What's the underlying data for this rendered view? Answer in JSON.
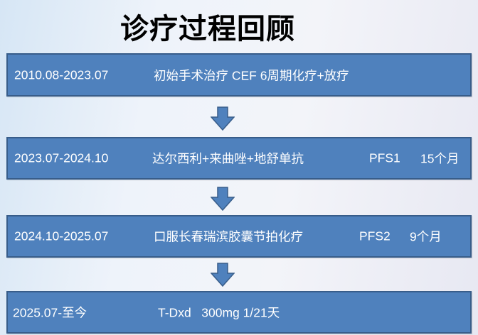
{
  "title": "诊疗过程回顾",
  "steps": [
    {
      "period": "2010.08-2023.07",
      "treatment": "初始手术治疗 CEF 6周期化疗+放疗",
      "pfs": "",
      "duration": ""
    },
    {
      "period": "2023.07-2024.10",
      "treatment": "达尔西利+来曲唑+地舒单抗",
      "pfs": "PFS1",
      "duration": "15个月"
    },
    {
      "period": "2024.10-2025.07",
      "treatment": "口服长春瑞滨胶囊节拍化疗",
      "pfs": "PFS2",
      "duration": "9个月"
    },
    {
      "period": "2025.07-至今",
      "treatment": "T-Dxd   300mg 1/21天",
      "pfs": "",
      "duration": ""
    }
  ],
  "colors": {
    "box_fill": "#4f81bd",
    "box_border": "#385d8a"
  }
}
